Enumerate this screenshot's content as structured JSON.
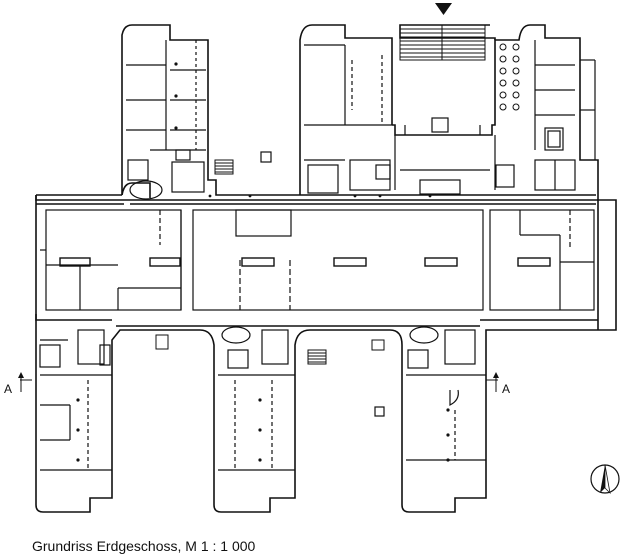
{
  "drawing": {
    "caption": "Grundriss Erdgeschoss, M 1 : 1 000",
    "section_left": "A",
    "section_right": "A",
    "north_arrow": "north-arrow-icon",
    "entrance_marker": "entrance-arrow-icon"
  },
  "colors": {
    "line": "#111111",
    "background": "#ffffff"
  }
}
